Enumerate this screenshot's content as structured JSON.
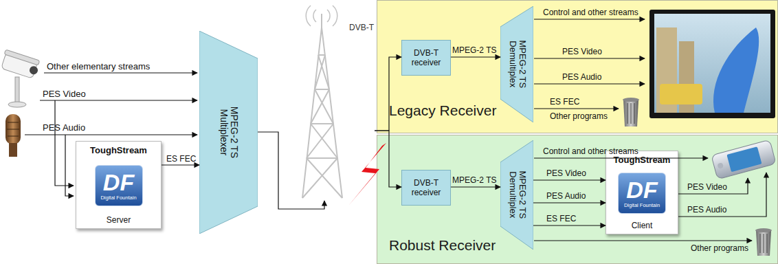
{
  "diagram": {
    "nodes": [
      {
        "text": [
          "ToughStream",
          "DF",
          "Digital Fountain",
          "Server"
        ]
      },
      {
        "text": [
          "MPEG-2 TS Multiplexer"
        ]
      },
      {
        "text": [
          "DVB-T"
        ]
      },
      {
        "text": [
          "Legacy Receiver"
        ]
      },
      {
        "text": [
          "DVB-T receiver"
        ],
        "in": 3
      },
      {
        "text": [
          "MPEG-2 TS Demultiplex"
        ],
        "in": 3
      },
      {
        "text": [
          "Robust Receiver"
        ]
      },
      {
        "text": [
          "DVB-T receiver"
        ],
        "in": 6
      },
      {
        "text": [
          "MPEG-2 TS Demultiplex"
        ],
        "in": 6
      },
      {
        "text": [
          "ToughStream",
          "DF",
          "Digital Fountain",
          "Client"
        ],
        "in": 6
      }
    ],
    "edges": [
      {
        "from": 0,
        "to": 1,
        "label": "ES FEC",
        "arrow": "to"
      },
      {
        "from": 1,
        "to": 2,
        "arrow": "to"
      },
      {
        "from": 2,
        "to": 4,
        "arrow": "to"
      },
      {
        "from": 2,
        "to": 7,
        "arrow": "to"
      },
      {
        "from": 4,
        "to": 5,
        "label": "MPEG-2 TS",
        "arrow": "to"
      },
      {
        "from": 7,
        "to": 8,
        "label": "MPEG-2 TS",
        "arrow": "to"
      },
      {
        "from": 8,
        "to": 9,
        "label": "PES Video",
        "arrow": "to"
      },
      {
        "from": 8,
        "to": 9,
        "label": "PES Audio",
        "arrow": "to"
      },
      {
        "from": 8,
        "to": 9,
        "label": "ES FEC",
        "arrow": "to"
      }
    ],
    "labels": [
      "Other elementary streams",
      "PES Video",
      "PES Audio",
      "Control and other streams",
      "PES Video",
      "PES Audio",
      "ES FEC",
      "Other programs",
      "Control and other streams",
      "PES Video",
      "PES Audio",
      "Other programs"
    ]
  }
}
